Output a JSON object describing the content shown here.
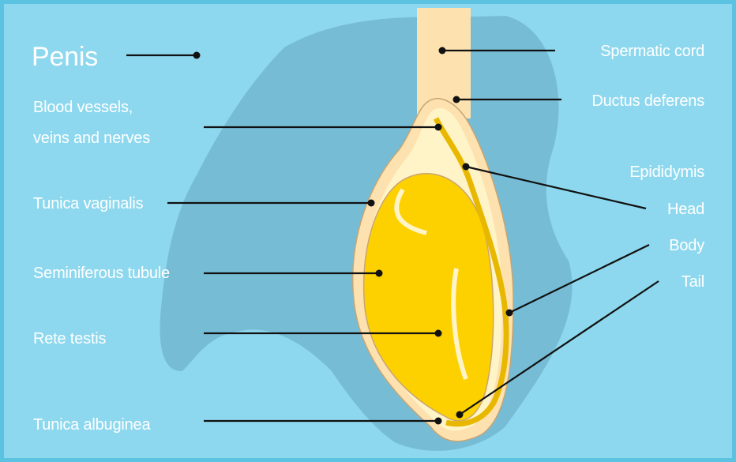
{
  "diagram": {
    "colors": {
      "background": "#8dd8ee",
      "border": "#5bc2e2",
      "silhouette": "#6fb3cc",
      "cord": "#fde2b0",
      "testis": "#fdd000",
      "tunica": "#fff4c7",
      "leader_line": "#111111",
      "label_text": "#ffffff"
    },
    "labels": {
      "penis": "Penis",
      "blood_vessels_line1": "Blood vessels,",
      "blood_vessels_line2": "veins and nerves",
      "tunica_vaginalis": "Tunica vaginalis",
      "seminiferous_tubule": "Seminiferous tubule",
      "rete_testis": "Rete testis",
      "tunica_albuginea": "Tunica albuginea",
      "spermatic_cord": "Spermatic cord",
      "ductus_deferens": "Ductus deferens",
      "epididymis": "Epididymis",
      "head": "Head",
      "body": "Body",
      "tail": "Tail"
    }
  }
}
